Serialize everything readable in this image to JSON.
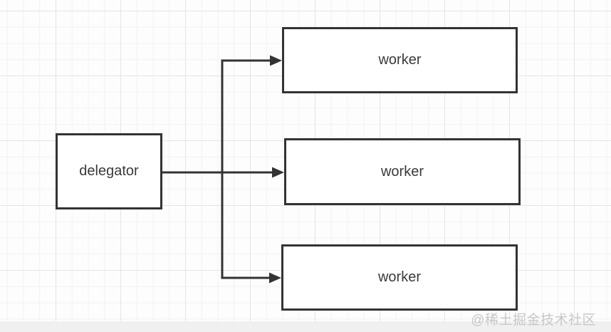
{
  "diagram": {
    "type": "flow-diagram",
    "nodes": [
      {
        "id": "delegator",
        "label": "delegator"
      },
      {
        "id": "worker-top",
        "label": "worker"
      },
      {
        "id": "worker-middle",
        "label": "worker"
      },
      {
        "id": "worker-bottom",
        "label": "worker"
      }
    ],
    "edges": [
      {
        "from": "delegator",
        "to": "worker-top"
      },
      {
        "from": "delegator",
        "to": "worker-middle"
      },
      {
        "from": "delegator",
        "to": "worker-bottom"
      }
    ],
    "watermark": "@稀土掘金技术社区",
    "colors": {
      "node_border": "#333333",
      "node_fill": "#ffffff",
      "connector": "#333333",
      "text": "#3a3a3a",
      "watermark": "#c7c7cc",
      "grid_minor": "#f2f2f5",
      "grid_major": "#e4e4e9",
      "canvas_bg": "#fdfdfd",
      "footer_band": "#f0f0f1"
    }
  }
}
